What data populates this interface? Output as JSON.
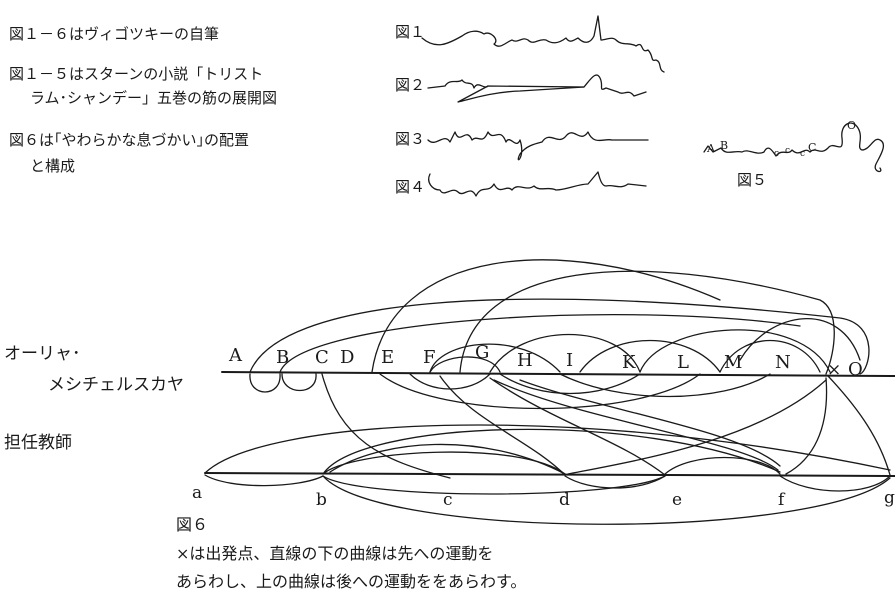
{
  "notes": [
    "図１－６はヴィゴツキーの自筆",
    "図１－５はスターンの小説「トリスト",
    "ラム･シャンデー」五巻の筋の展開図",
    "図６は｢やわらかな息づかい｣の配置",
    "と構成"
  ],
  "sketch_labels": [
    "図１",
    "図２",
    "図３",
    "図４",
    "図５"
  ],
  "fig5_letters": [
    "A",
    "B",
    "c",
    "c",
    "c",
    "C",
    "O"
  ],
  "fig6": {
    "row1_label_line1": "オーリャ･",
    "row1_label_line2": "メシチェルスカヤ",
    "row2_label": "担任教師",
    "upper_points": [
      "A",
      "B",
      "C",
      "D",
      "E",
      "F",
      "G",
      "H",
      "I",
      "K",
      "L",
      "M",
      "N",
      "O"
    ],
    "start_mark": "×",
    "lower_points": [
      "a",
      "b",
      "c",
      "d",
      "e",
      "f",
      "g"
    ],
    "caption": "図６",
    "legend_line1": "×は出発点、直線の下の曲線は先への運動を",
    "legend_line2": "あらわし、上の曲線は後への運動ををあらわす。"
  }
}
